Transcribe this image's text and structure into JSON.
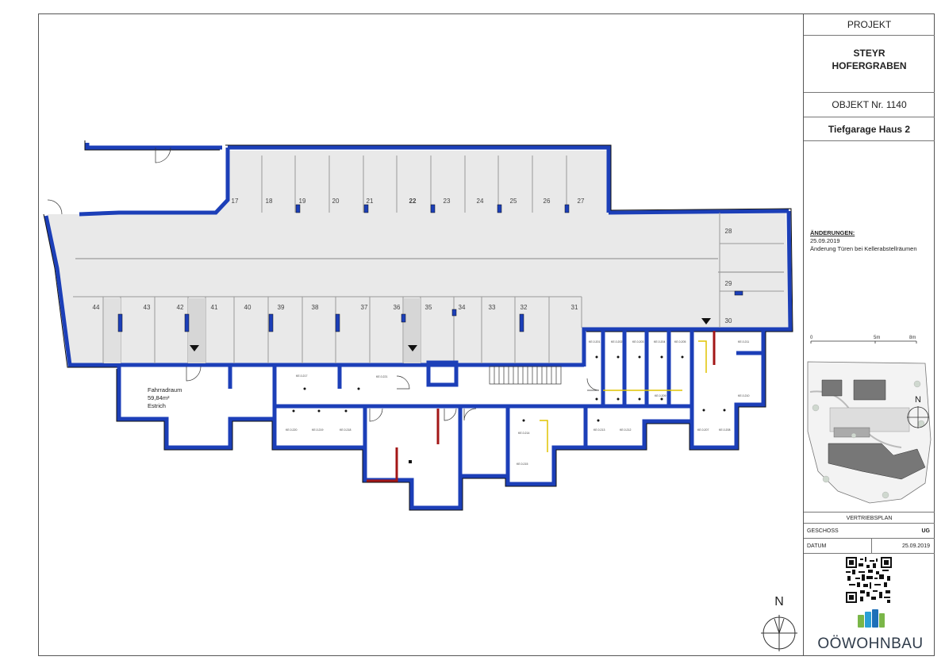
{
  "titleblock": {
    "project_label": "PROJEKT",
    "project_line1": "STEYR",
    "project_line2": "HOFERGRABEN",
    "object_no": "OBJEKT Nr.  1140",
    "object_name": "Tiefgarage Haus 2",
    "changes_title": "ÄNDERUNGEN:",
    "changes_date": "25.09.2019",
    "changes_text": "Änderung Türen bei Kellerabstellräumen",
    "scale_labels": [
      "0",
      "5m",
      "8m"
    ],
    "site_north": "N",
    "plan_type": "VERTRIEBSPLAN",
    "geschoss_label": "GESCHOSS",
    "geschoss_value": "UG",
    "datum_label": "DATUM",
    "datum_value": "25.09.2019",
    "logo": "OÖWOHNBAU"
  },
  "plan": {
    "north": "N",
    "parking_top": [
      "17",
      "18",
      "19",
      "20",
      "21",
      "22",
      "23",
      "24",
      "25",
      "26",
      "27"
    ],
    "parking_right": [
      "28",
      "29",
      "30"
    ],
    "parking_bottom": [
      "44",
      "43",
      "42",
      "41",
      "40",
      "39",
      "38",
      "37",
      "36",
      "35",
      "34",
      "33",
      "32",
      "31"
    ],
    "bike_room_name": "Fahrradraum",
    "bike_room_area": "59,84m²",
    "bike_room_floor": "Estrich"
  },
  "colors": {
    "wall": "#1c3fb8",
    "slab": "#e9e9e9",
    "outline": "#111111"
  }
}
